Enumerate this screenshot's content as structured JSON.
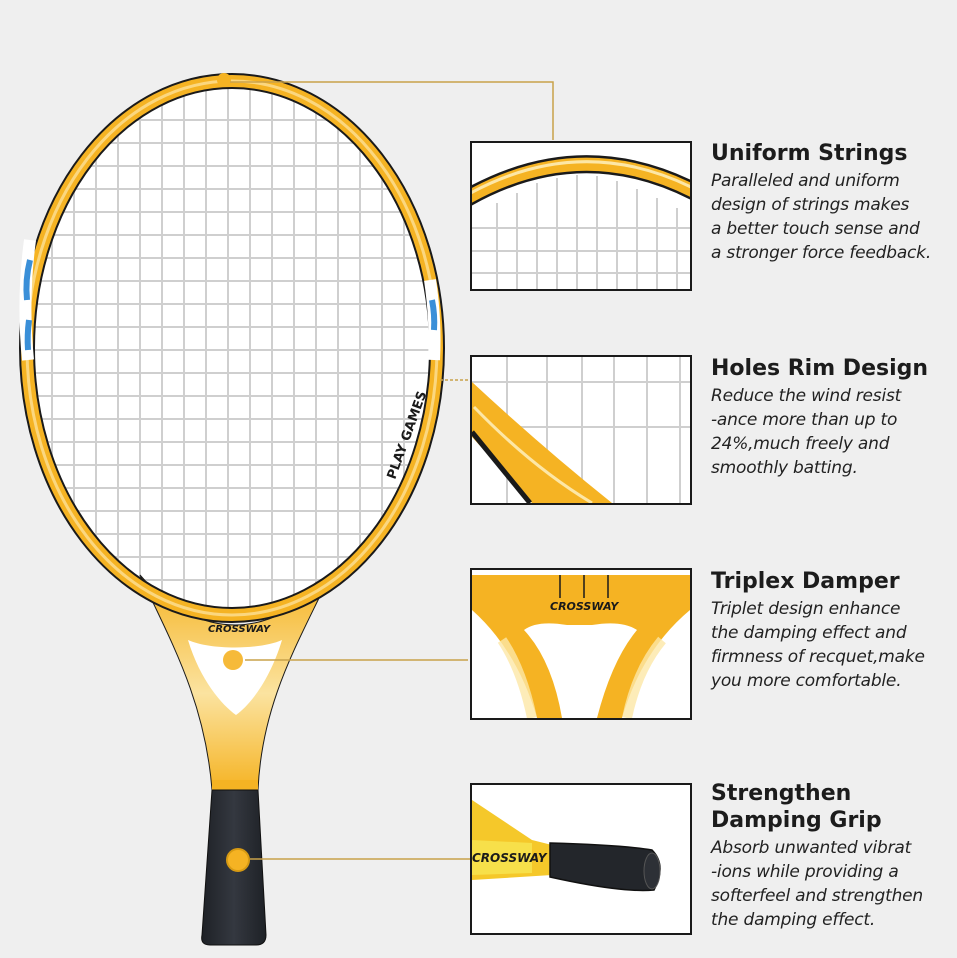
{
  "colors": {
    "background": "#efefef",
    "frame_yellow": "#f5b323",
    "frame_light": "#fde7a6",
    "grip": "#2a2d33",
    "accent_blue": "#3a8fd8",
    "leader_line": "#c9a24a",
    "panel_border": "#1a1a1a"
  },
  "racket": {
    "brand_label": "CROSSWAY",
    "side_label": "PLAY GAMES",
    "grip_logo": "crossway-logo"
  },
  "features": [
    {
      "title": "Uniform Strings",
      "description": "Paralleled and uniform\ndesign of strings makes\na better touch sense and\na stronger force feedback.",
      "panel_image": "racket-top-rim-closeup"
    },
    {
      "title": "Holes Rim Design",
      "description": "Reduce the wind resist\n-ance more than up to\n24%,much freely and\nsmoothly batting.",
      "panel_image": "racket-side-rim-closeup"
    },
    {
      "title": "Triplex Damper",
      "description": "Triplet design enhance\nthe damping effect and\nfirmness of recquet,make\nyou more comfortable.",
      "panel_image": "racket-throat-closeup",
      "panel_brand": "CROSSWAY"
    },
    {
      "title": "Strengthen\nDamping Grip",
      "description": "Absorb unwanted vibrat\n-ions while providing a\nsofterfeel and strengthen\nthe damping effect.",
      "panel_image": "racket-grip-closeup",
      "panel_brand": "CROSSWAY"
    }
  ]
}
